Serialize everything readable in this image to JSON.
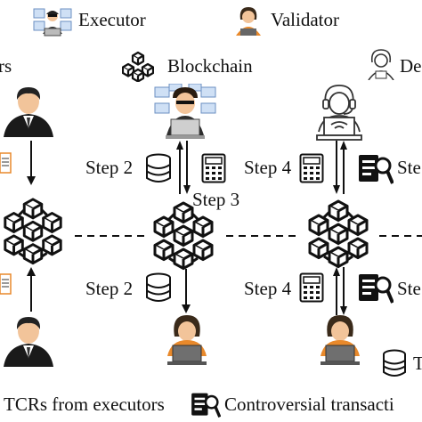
{
  "legend_top": {
    "executor": "Executor",
    "validator": "Validator",
    "partial_left": "rs",
    "blockchain": "Blockchain",
    "partial_right": "De"
  },
  "steps": {
    "col2_upper_left": "Step 2",
    "col2_middle": "Step 3",
    "col2_lower_left": "Step 2",
    "col3_upper_left": "Step 4",
    "col3_upper_right": "Ste",
    "col3_lower_left": "Step 4",
    "col3_lower_right": "Ste"
  },
  "legend_bottom": {
    "tcrs": "TCRs from executors",
    "controversial": "Controversial transacti",
    "partial_right": "T"
  },
  "colors": {
    "ink": "#111111",
    "skin": "#f2c49a",
    "suit": "#1a1a1a",
    "laptop": "#d9d9d9",
    "orange": "#e8892b",
    "blue_shirt": "#3c6fb6"
  }
}
